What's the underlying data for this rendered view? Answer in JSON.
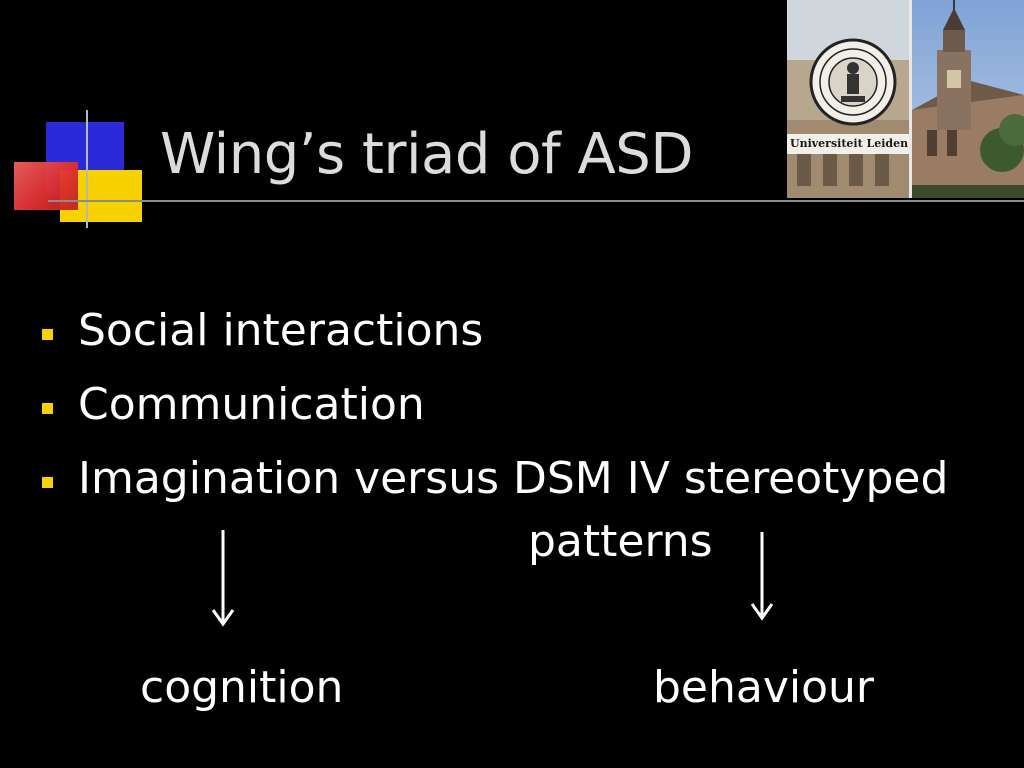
{
  "slide": {
    "title": "Wing’s triad of ASD",
    "logo_caption": "Universiteit Leiden",
    "bullets": [
      {
        "label": "Social interactions"
      },
      {
        "label": "Communication"
      },
      {
        "label": "Imagination versus DSM IV stereotyped"
      }
    ],
    "continuation": "patterns",
    "outcomes": {
      "left": "cognition",
      "right": "behaviour"
    }
  },
  "colors": {
    "background": "#000000",
    "text": "#ffffff",
    "title": "#dcdcdc",
    "bullet_accent": "#f7d200",
    "deco_blue": "#2a2ad8",
    "deco_red": "#e03030"
  },
  "icons": {
    "bullet": "yellow-square-icon",
    "arrow": "arrow-down-icon"
  }
}
